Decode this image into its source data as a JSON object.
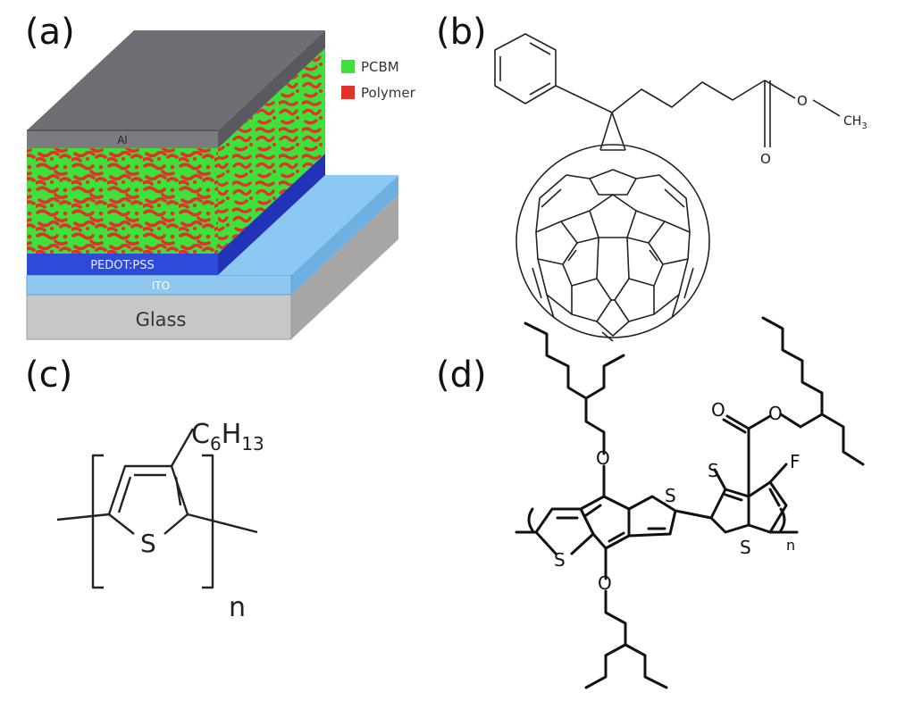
{
  "panels": {
    "a": {
      "label": "(a)",
      "legend": [
        {
          "name": "PCBM",
          "color": "#3ee03a"
        },
        {
          "name": "Polymer",
          "color": "#e0312b"
        }
      ],
      "layers": {
        "cathode": "Al",
        "hole_transport": "PEDOT:PSS",
        "anode": "ITO",
        "substrate": "Glass"
      },
      "colors": {
        "al": "#6f6e74",
        "pedot": "#2f49d8",
        "ito": "#8fc7ef",
        "glass": "#c9c7c6",
        "pcbm": "#3ee03a",
        "polymer": "#e0312b"
      }
    },
    "b": {
      "label": "(b)",
      "ch3": "CH",
      "ch3_sub": "3",
      "oxygen": "O"
    },
    "c": {
      "label": "(c)",
      "sidechain_c": "C",
      "sidechain_c_sub": "6",
      "sidechain_h": "H",
      "sidechain_h_sub": "13",
      "sulfur": "S",
      "repeat": "n"
    },
    "d": {
      "label": "(d)",
      "oxygen": "O",
      "sulfur": "S",
      "fluorine": "F",
      "repeat": "n"
    }
  }
}
